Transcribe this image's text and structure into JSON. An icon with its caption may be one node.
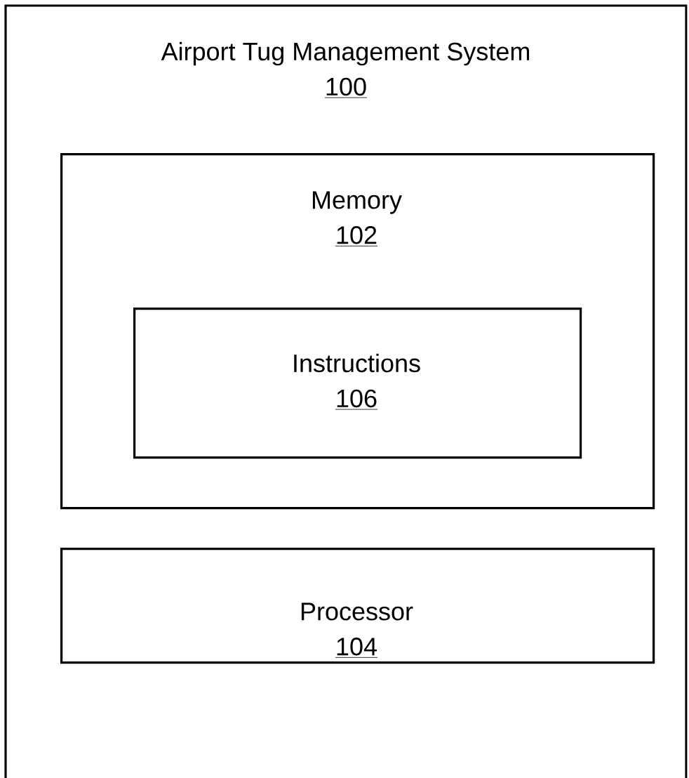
{
  "diagram": {
    "nodes": [
      {
        "text": [
          "Airport Tug Management System",
          "100"
        ]
      },
      {
        "text": [
          "Memory",
          "102"
        ],
        "in": 0
      },
      {
        "text": [
          "Instructions",
          "106"
        ],
        "in": 1
      },
      {
        "text": [
          "Processor",
          "104"
        ],
        "in": 0
      }
    ]
  }
}
